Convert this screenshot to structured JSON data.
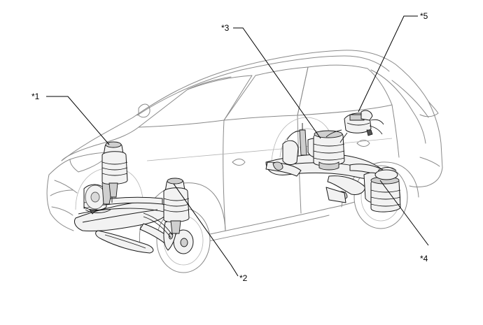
{
  "callouts": {
    "c1": "*1",
    "c2": "*2",
    "c3": "*3",
    "c4": "*4",
    "c5": "*5"
  },
  "colors": {
    "background": "#ffffff",
    "body_outline": "#8a8a8a",
    "component_outline": "#1a1a1a",
    "leader_line": "#000000"
  }
}
